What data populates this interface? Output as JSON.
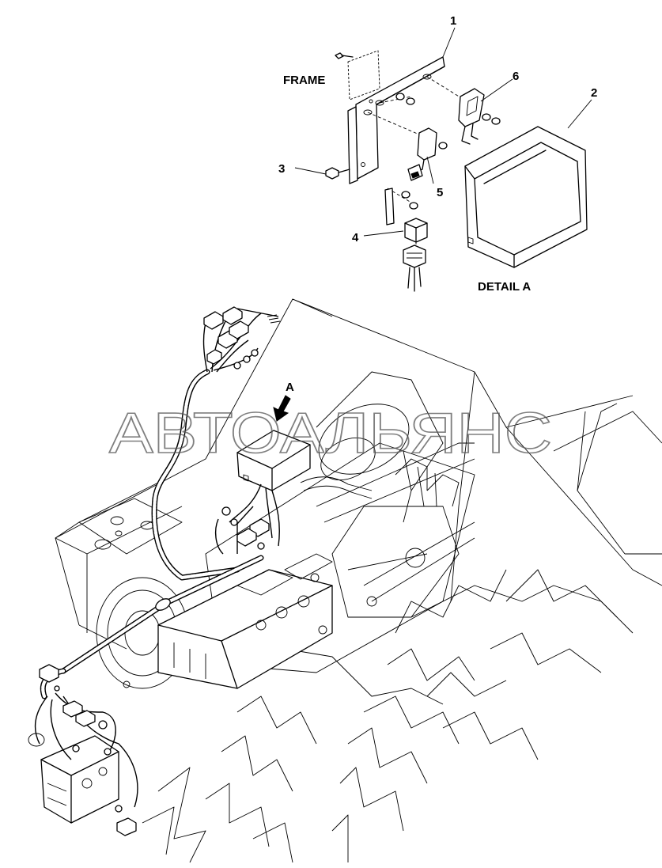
{
  "callouts": {
    "n1": "1",
    "n2": "2",
    "n3": "3",
    "n4": "4",
    "n5": "5",
    "n6": "6",
    "detail_marker": "A"
  },
  "labels": {
    "frame": "FRAME",
    "detail": "DETAIL A"
  },
  "watermark": {
    "text": "АВТОАЛЬЯНС"
  }
}
